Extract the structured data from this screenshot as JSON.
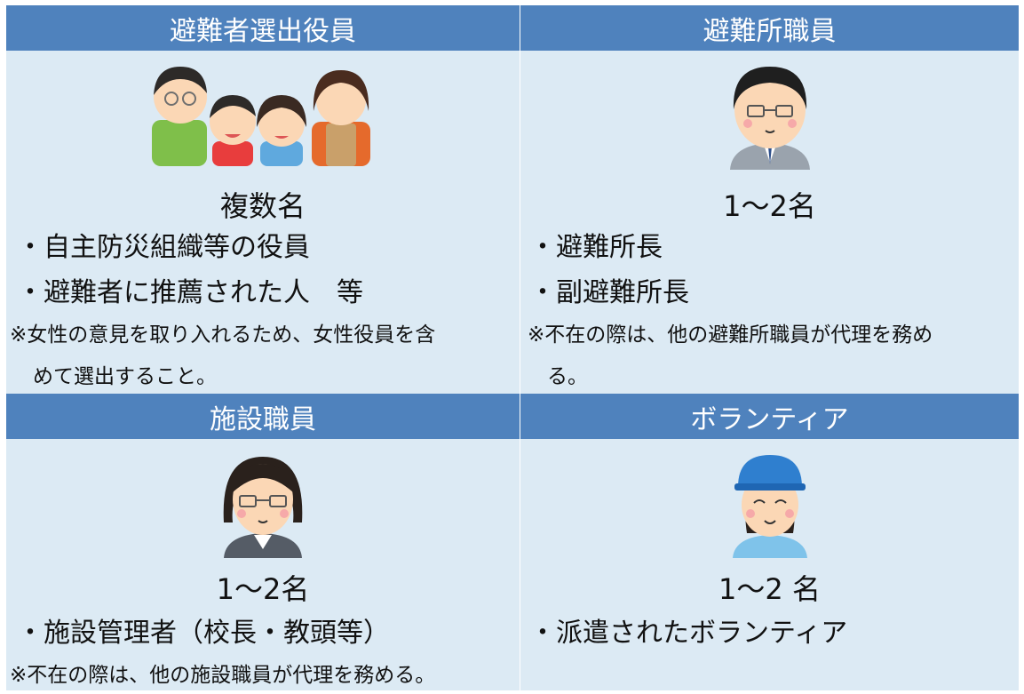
{
  "cards": [
    {
      "header": "避難者選出役員",
      "icon": "family-illustration-icon",
      "count": "複数名",
      "items": [
        "・自主防災組織等の役員",
        "・避難者に推薦された人　等"
      ],
      "note_lines": [
        "※女性の意見を取り入れるため、女性役員を含",
        "めて選出すること。"
      ]
    },
    {
      "header": "避難所職員",
      "icon": "male-staff-illustration-icon",
      "count": "1～2名",
      "items": [
        "・避難所長",
        "・副避難所長"
      ],
      "note_lines": [
        "※不在の際は、他の避難所職員が代理を務め",
        "る。"
      ]
    },
    {
      "header": "施設職員",
      "icon": "female-staff-illustration-icon",
      "count": "1～2名",
      "items": [
        "・施設管理者（校長・教頭等）"
      ],
      "note_lines": [
        "※不在の際は、他の施設職員が代理を務める。"
      ]
    },
    {
      "header": "ボランティア",
      "icon": "volunteer-illustration-icon",
      "count": "1～2 名",
      "items": [
        "・派遣されたボランティア"
      ],
      "note_lines": []
    }
  ],
  "colors": {
    "header_bg": "#4f82bd",
    "cell_bg": "#dceaf4",
    "header_text": "#ffffff"
  }
}
